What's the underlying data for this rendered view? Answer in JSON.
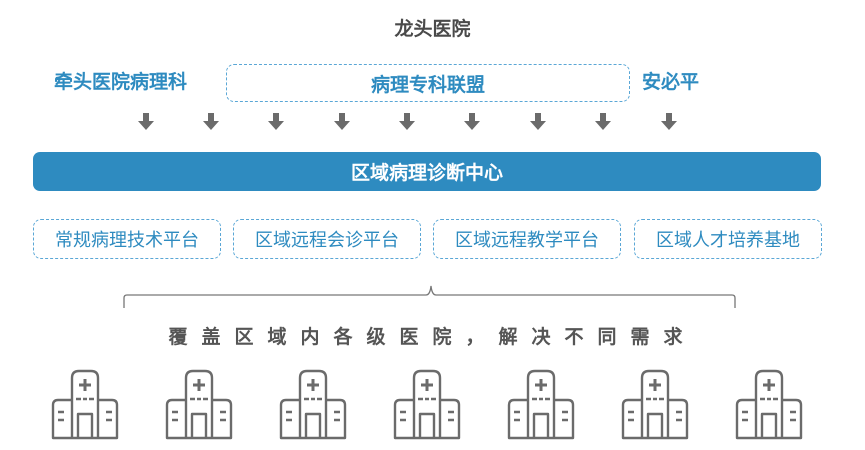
{
  "top": {
    "title": "龙头医院",
    "left_label": "牵头医院病理科",
    "alliance": "病理专科联盟",
    "right_label": "安必平"
  },
  "arrows": {
    "count": 9,
    "icon": "arrow-down-icon"
  },
  "center": {
    "label": "区域病理诊断中心"
  },
  "platforms": [
    {
      "label": "常规病理技术平台"
    },
    {
      "label": "区域远程会诊平台"
    },
    {
      "label": "区域远程教学平台"
    },
    {
      "label": "区域人才培养基地"
    }
  ],
  "coverage": {
    "text": "覆盖区域内各级医院，解决不同需求"
  },
  "hospitals": {
    "count": 7,
    "icon": "hospital-icon"
  },
  "colors": {
    "accent": "#2e8bc0",
    "dashed": "#5aa7d6",
    "gray": "#666666",
    "title": "#4a4a4a"
  }
}
